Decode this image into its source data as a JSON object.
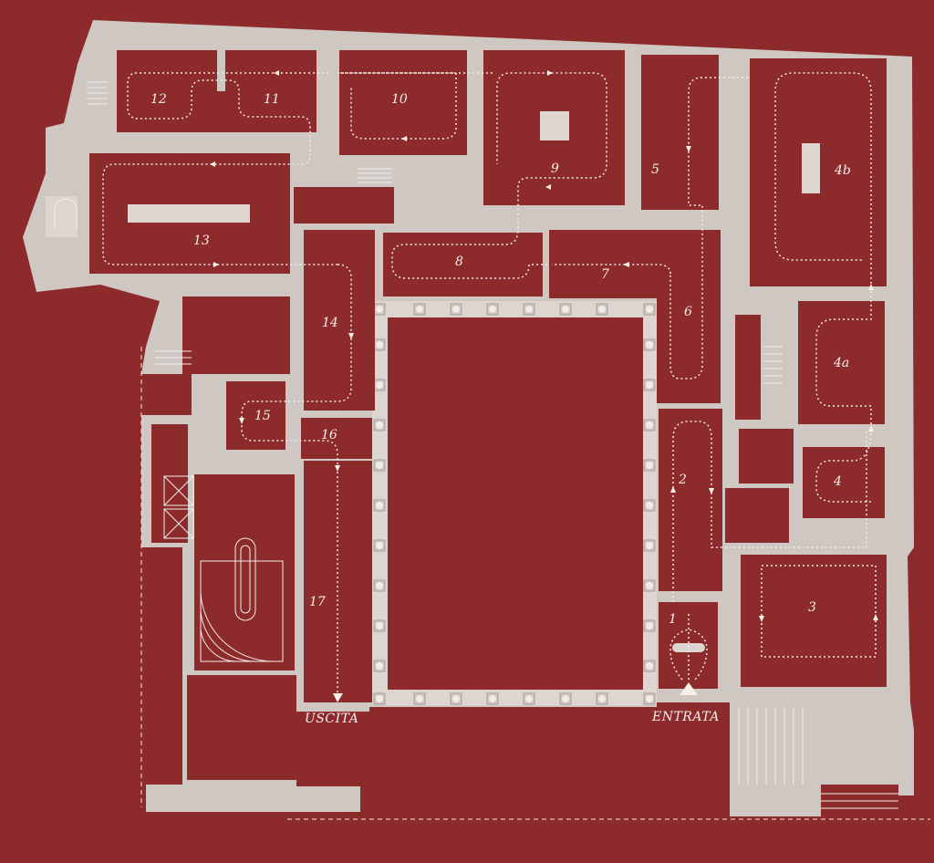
{
  "map": {
    "background_color": "#8c2a2c",
    "wall_color": "#cfc8c2",
    "path_color": "#f2ecea",
    "rooms": [
      {
        "id": "1",
        "label": "1"
      },
      {
        "id": "2",
        "label": "2"
      },
      {
        "id": "3",
        "label": "3"
      },
      {
        "id": "4",
        "label": "4"
      },
      {
        "id": "4a",
        "label": "4a"
      },
      {
        "id": "4b",
        "label": "4b"
      },
      {
        "id": "5",
        "label": "5"
      },
      {
        "id": "6",
        "label": "6"
      },
      {
        "id": "7",
        "label": "7"
      },
      {
        "id": "8",
        "label": "8"
      },
      {
        "id": "9",
        "label": "9"
      },
      {
        "id": "10",
        "label": "10"
      },
      {
        "id": "11",
        "label": "11"
      },
      {
        "id": "12",
        "label": "12"
      },
      {
        "id": "13",
        "label": "13"
      },
      {
        "id": "14",
        "label": "14"
      },
      {
        "id": "15",
        "label": "15"
      },
      {
        "id": "16",
        "label": "16"
      },
      {
        "id": "17",
        "label": "17"
      }
    ],
    "entrance_label": "ENTRATA",
    "exit_label": "USCITA"
  }
}
